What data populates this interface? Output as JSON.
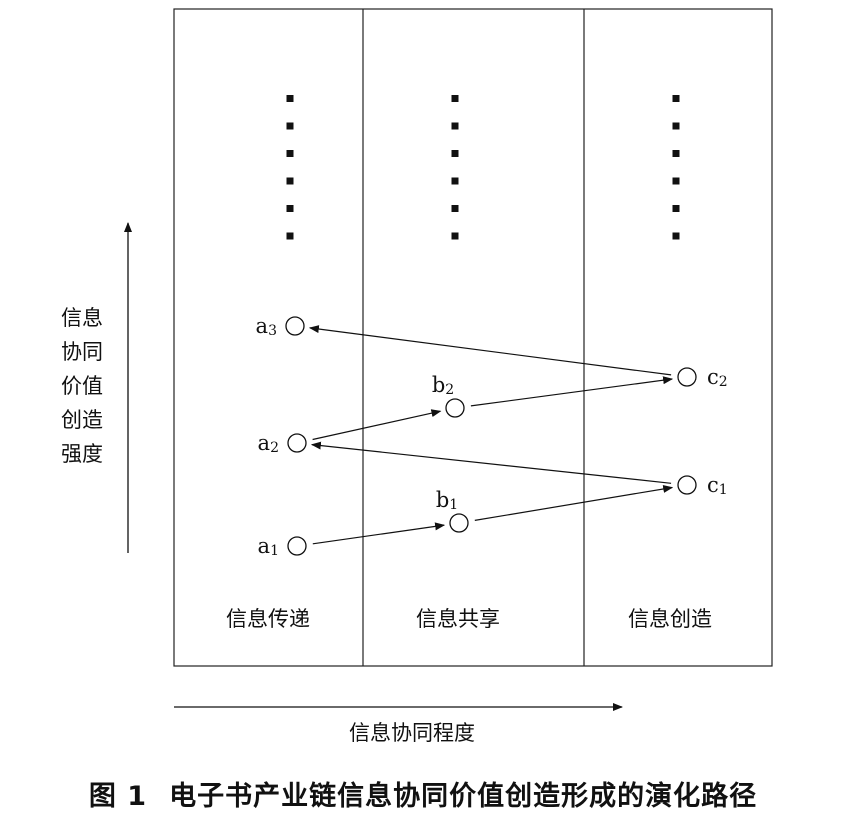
{
  "stages": [
    "信息传递",
    "信息共享",
    "信息创造"
  ],
  "y_axis_label": [
    "信息",
    "协同",
    "价值",
    "创造",
    "强度"
  ],
  "x_axis_label": "信息协同程度",
  "nodes": [
    {
      "id": "a1",
      "letter": "a",
      "sub": "1"
    },
    {
      "id": "a2",
      "letter": "a",
      "sub": "2"
    },
    {
      "id": "a3",
      "letter": "a",
      "sub": "3"
    },
    {
      "id": "b1",
      "letter": "b",
      "sub": "1"
    },
    {
      "id": "b2",
      "letter": "b",
      "sub": "2"
    },
    {
      "id": "c1",
      "letter": "c",
      "sub": "1"
    },
    {
      "id": "c2",
      "letter": "c",
      "sub": "2"
    }
  ],
  "edges": [
    {
      "from": "a1",
      "to": "b1"
    },
    {
      "from": "b1",
      "to": "c1"
    },
    {
      "from": "c1",
      "to": "a2"
    },
    {
      "from": "a2",
      "to": "b2"
    },
    {
      "from": "b2",
      "to": "c2"
    },
    {
      "from": "c2",
      "to": "a3"
    }
  ],
  "caption": {
    "number": "图 1",
    "text": "电子书产业链信息协同价值创造形成的演化路径"
  }
}
